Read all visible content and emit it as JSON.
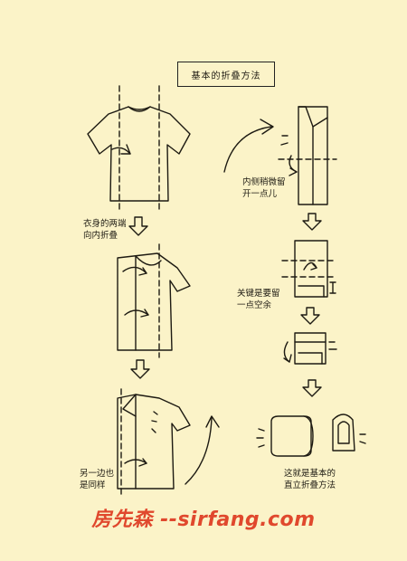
{
  "title": "基本的折叠方法",
  "captions": {
    "step1": "衣身的两端\n向内折叠",
    "step4": "另一边也\n是同样",
    "step5": "内侧稍微留\n开一点儿",
    "step6": "关键是要留\n一点空余",
    "final": "这就是基本的\n直立折叠方法"
  },
  "watermark": "房先森 --sirfang.com",
  "colors": {
    "background": "#fbf3c8",
    "ink": "#1d1a12",
    "watermark": "#e0482d"
  }
}
